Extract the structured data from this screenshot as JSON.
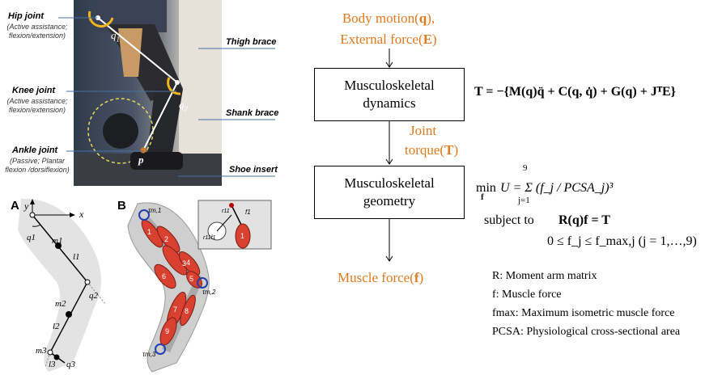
{
  "photo_labels": {
    "hip": {
      "title": "Hip joint",
      "desc": "(Active assistance; flexion/extension)"
    },
    "knee": {
      "title": "Knee joint",
      "desc": "(Active assistance; flexion/extension)"
    },
    "ankle": {
      "title": "Ankle joint",
      "desc": "(Passive; Plantar flexion /dorsiflexion)"
    },
    "thigh": "Thigh brace",
    "shank": "Shank brace",
    "shoe": "Shoe insert",
    "q1": "q",
    "q1_sub": "1",
    "q2": "q",
    "q2_sub": "2",
    "p": "p"
  },
  "panel_a": {
    "letter": "A",
    "y": "y",
    "x": "x",
    "q1": "q1",
    "m1": "m1",
    "l1": "l1",
    "q2": "q2",
    "m2": "m2",
    "l2": "l2",
    "m3": "m3",
    "l3": "l3",
    "q3": "q3"
  },
  "panel_b": {
    "letter": "B",
    "tau1": "τm,1",
    "tau2": "τm,2",
    "tau3": "τm,3",
    "r11f1": "r11f1",
    "r11": "r11",
    "f1": "f1",
    "muscles": [
      "1",
      "2",
      "3",
      "4",
      "5",
      "6",
      "7",
      "8",
      "9"
    ]
  },
  "flow": {
    "input_line1_pre": "Body motion(",
    "input_line1_sym": "q",
    "input_line1_post": "),",
    "input_line2_pre": "External force(",
    "input_line2_sym": "E",
    "input_line2_post": ")",
    "box1_line1": "Musculoskeletal",
    "box1_line2": "dynamics",
    "torque_line1": "Joint",
    "torque_line2_pre": "torque(",
    "torque_line2_sym": "T",
    "torque_line2_post": ")",
    "box2_line1": "Musculoskeletal",
    "box2_line2": "geometry",
    "output_pre": "Muscle force(",
    "output_sym": "f",
    "output_post": ")"
  },
  "equations": {
    "dynamics": "T = −{M(q)q̈ + C(q, q̇) + G(q) + JᵀE}",
    "min_label": "min",
    "min_sub": "f",
    "objective": "U = Σ (f_j / PCSA_j)³",
    "sum_top": "9",
    "sum_bottom": "j=1",
    "subject_to": "subject to",
    "constraint1": "R(q)f = T",
    "constraint2": "0 ≤ f_j ≤ f_max,j   (j = 1,…,9)"
  },
  "legend": {
    "r": "R: Moment arm matrix",
    "f": "f: Muscle force",
    "fmax": "fmax: Maximum isometric muscle force",
    "pcsa": "PCSA: Physiological  cross-sectional area"
  },
  "colors": {
    "orange": "#e07a1f",
    "muscle_red": "#d9402f",
    "leg_gray": "#cfcfcf",
    "dark_gray": "#9a9a9a"
  }
}
